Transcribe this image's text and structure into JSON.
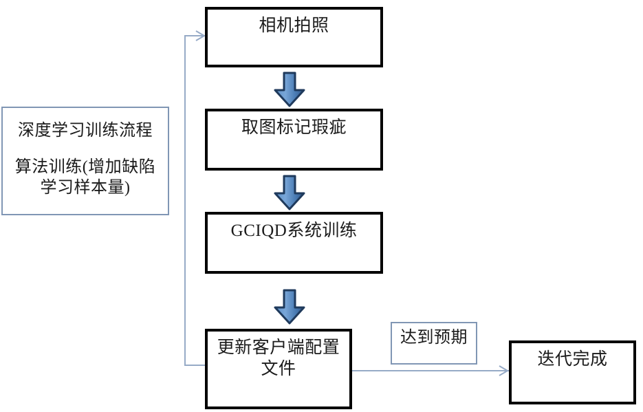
{
  "diagram": {
    "type": "flowchart",
    "title": "深度学习训练流程",
    "nodes": {
      "camera": {
        "label": "相机拍照"
      },
      "mark": {
        "label": "取图标记瑕疵"
      },
      "train": {
        "label": "GCIQD系统训练"
      },
      "update": {
        "label": "更新客户端配置\n文件"
      },
      "done": {
        "label": "迭代完成"
      }
    },
    "notes": {
      "training_note": {
        "line_1": "深度学习训练流程",
        "line_2": "算法训练(增加缺陷\n学习样本量)"
      },
      "expected": {
        "line_1": "达到预期"
      }
    },
    "connectors": {
      "arrow_1": "down-block-arrow",
      "arrow_2": "down-block-arrow",
      "arrow_3": "down-block-arrow",
      "feedback_loop": "update-to-camera-feedback-line",
      "output": "update-to-done-line"
    },
    "colors": {
      "node_border": "#010101",
      "note_border": "#8096b4",
      "connector_line": "#96aac6",
      "block_arrow_fill_light": "#6e9fd4",
      "block_arrow_fill_dark": "#3f6b9e",
      "block_arrow_outline": "#1f3a5c",
      "text": "#1b1b1b",
      "background": "#ffffff"
    }
  }
}
